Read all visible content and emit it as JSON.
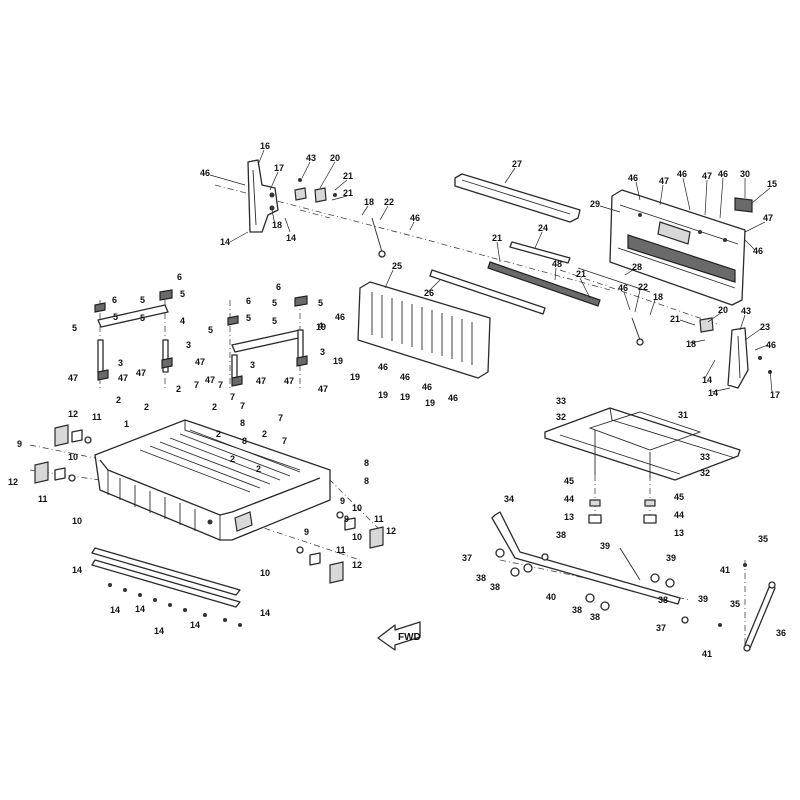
{
  "fwd_label": "FWD",
  "callouts": [
    {
      "id": "c46a",
      "label": "46"
    },
    {
      "id": "c16",
      "label": "16"
    },
    {
      "id": "c17a",
      "label": "17"
    },
    {
      "id": "c43a",
      "label": "43"
    },
    {
      "id": "c20a",
      "label": "20"
    },
    {
      "id": "c21a",
      "label": "21"
    },
    {
      "id": "c21b",
      "label": "21"
    },
    {
      "id": "c18a",
      "label": "18"
    },
    {
      "id": "c22a",
      "label": "22"
    },
    {
      "id": "c46b",
      "label": "46"
    },
    {
      "id": "c18b",
      "label": "18"
    },
    {
      "id": "c14a",
      "label": "14"
    },
    {
      "id": "c14b",
      "label": "14"
    },
    {
      "id": "c27",
      "label": "27"
    },
    {
      "id": "c46c",
      "label": "46"
    },
    {
      "id": "c47a",
      "label": "47"
    },
    {
      "id": "c46d",
      "label": "46"
    },
    {
      "id": "c47b",
      "label": "47"
    },
    {
      "id": "c46e",
      "label": "46"
    },
    {
      "id": "c30",
      "label": "30"
    },
    {
      "id": "c15",
      "label": "15"
    },
    {
      "id": "c29",
      "label": "29"
    },
    {
      "id": "c47c",
      "label": "47"
    },
    {
      "id": "c46f",
      "label": "46"
    },
    {
      "id": "c24",
      "label": "24"
    },
    {
      "id": "c21c",
      "label": "21"
    },
    {
      "id": "c25",
      "label": "25"
    },
    {
      "id": "c48",
      "label": "48"
    },
    {
      "id": "c21d",
      "label": "21"
    },
    {
      "id": "c28",
      "label": "28"
    },
    {
      "id": "c26",
      "label": "26"
    },
    {
      "id": "c46g",
      "label": "46"
    },
    {
      "id": "c22b",
      "label": "22"
    },
    {
      "id": "c18c",
      "label": "18"
    },
    {
      "id": "c20b",
      "label": "20"
    },
    {
      "id": "c21e",
      "label": "21"
    },
    {
      "id": "c43b",
      "label": "43"
    },
    {
      "id": "c23",
      "label": "23"
    },
    {
      "id": "c18d",
      "label": "18"
    },
    {
      "id": "c46h",
      "label": "46"
    },
    {
      "id": "c14c",
      "label": "14"
    },
    {
      "id": "c14d",
      "label": "14"
    },
    {
      "id": "c17b",
      "label": "17"
    },
    {
      "id": "c19a",
      "label": "19"
    },
    {
      "id": "c46i",
      "label": "46"
    },
    {
      "id": "c19b",
      "label": "19"
    },
    {
      "id": "c19c",
      "label": "19"
    },
    {
      "id": "c46j",
      "label": "46"
    },
    {
      "id": "c19d",
      "label": "19"
    },
    {
      "id": "c46k",
      "label": "46"
    },
    {
      "id": "c19e",
      "label": "19"
    },
    {
      "id": "c46l",
      "label": "46"
    },
    {
      "id": "c19f",
      "label": "19"
    },
    {
      "id": "c46m",
      "label": "46"
    },
    {
      "id": "c6a",
      "label": "6"
    },
    {
      "id": "c5a",
      "label": "5"
    },
    {
      "id": "c5b",
      "label": "5"
    },
    {
      "id": "c5c",
      "label": "5"
    },
    {
      "id": "c6b",
      "label": "6"
    },
    {
      "id": "c5d",
      "label": "5"
    },
    {
      "id": "c5e",
      "label": "5"
    },
    {
      "id": "c4a",
      "label": "4"
    },
    {
      "id": "c3a",
      "label": "3"
    },
    {
      "id": "c3b",
      "label": "3"
    },
    {
      "id": "c47d",
      "label": "47"
    },
    {
      "id": "c47e",
      "label": "47"
    },
    {
      "id": "c47f",
      "label": "47"
    },
    {
      "id": "c6c",
      "label": "6"
    },
    {
      "id": "c5f",
      "label": "5"
    },
    {
      "id": "c5g",
      "label": "5"
    },
    {
      "id": "c6d",
      "label": "6"
    },
    {
      "id": "c5h",
      "label": "5"
    },
    {
      "id": "c5i",
      "label": "5"
    },
    {
      "id": "c5j",
      "label": "5"
    },
    {
      "id": "c4b",
      "label": "4"
    },
    {
      "id": "c3c",
      "label": "3"
    },
    {
      "id": "c3d",
      "label": "3"
    },
    {
      "id": "c47g",
      "label": "47"
    },
    {
      "id": "c47h",
      "label": "47"
    },
    {
      "id": "c47i",
      "label": "47"
    },
    {
      "id": "c47j",
      "label": "47"
    },
    {
      "id": "c47k",
      "label": "47"
    },
    {
      "id": "c2a",
      "label": "2"
    },
    {
      "id": "c2b",
      "label": "2"
    },
    {
      "id": "c7a",
      "label": "7"
    },
    {
      "id": "c2c",
      "label": "2"
    },
    {
      "id": "c7b",
      "label": "7"
    },
    {
      "id": "c7c",
      "label": "7"
    },
    {
      "id": "c2d",
      "label": "2"
    },
    {
      "id": "c7d",
      "label": "7"
    },
    {
      "id": "c7e",
      "label": "7"
    },
    {
      "id": "c8a",
      "label": "8"
    },
    {
      "id": "c1",
      "label": "1"
    },
    {
      "id": "c2e",
      "label": "2"
    },
    {
      "id": "c2f",
      "label": "2"
    },
    {
      "id": "c8b",
      "label": "8"
    },
    {
      "id": "c2g",
      "label": "2"
    },
    {
      "id": "c7f",
      "label": "7"
    },
    {
      "id": "c2h",
      "label": "2"
    },
    {
      "id": "c12a",
      "label": "12"
    },
    {
      "id": "c11a",
      "label": "11"
    },
    {
      "id": "c10a",
      "label": "10"
    },
    {
      "id": "c9a",
      "label": "9"
    },
    {
      "id": "c12b",
      "label": "12"
    },
    {
      "id": "c11b",
      "label": "11"
    },
    {
      "id": "c10b",
      "label": "10"
    },
    {
      "id": "c8c",
      "label": "8"
    },
    {
      "id": "c8d",
      "label": "8"
    },
    {
      "id": "c9b",
      "label": "9"
    },
    {
      "id": "c10c",
      "label": "10"
    },
    {
      "id": "c11c",
      "label": "11"
    },
    {
      "id": "c9c",
      "label": "9"
    },
    {
      "id": "c10d",
      "label": "10"
    },
    {
      "id": "c12c",
      "label": "12"
    },
    {
      "id": "c9d",
      "label": "9"
    },
    {
      "id": "c11d",
      "label": "11"
    },
    {
      "id": "c10e",
      "label": "10"
    },
    {
      "id": "c12d",
      "label": "12"
    },
    {
      "id": "c14e",
      "label": "14"
    },
    {
      "id": "c14f",
      "label": "14"
    },
    {
      "id": "c14g",
      "label": "14"
    },
    {
      "id": "c14h",
      "label": "14"
    },
    {
      "id": "c14i",
      "label": "14"
    },
    {
      "id": "c14j",
      "label": "14"
    },
    {
      "id": "c33a",
      "label": "33"
    },
    {
      "id": "c32a",
      "label": "32"
    },
    {
      "id": "c31",
      "label": "31"
    },
    {
      "id": "c33b",
      "label": "33"
    },
    {
      "id": "c32b",
      "label": "32"
    },
    {
      "id": "c45a",
      "label": "45"
    },
    {
      "id": "c44a",
      "label": "44"
    },
    {
      "id": "c13a",
      "label": "13"
    },
    {
      "id": "c45b",
      "label": "45"
    },
    {
      "id": "c44b",
      "label": "44"
    },
    {
      "id": "c13b",
      "label": "13"
    },
    {
      "id": "c34",
      "label": "34"
    },
    {
      "id": "c37a",
      "label": "37"
    },
    {
      "id": "c38a",
      "label": "38"
    },
    {
      "id": "c39a",
      "label": "39"
    },
    {
      "id": "c38b",
      "label": "38"
    },
    {
      "id": "c38c",
      "label": "38"
    },
    {
      "id": "c40",
      "label": "40"
    },
    {
      "id": "c39b",
      "label": "39"
    },
    {
      "id": "c38d",
      "label": "38"
    },
    {
      "id": "c39c",
      "label": "39"
    },
    {
      "id": "c38e",
      "label": "38"
    },
    {
      "id": "c38f",
      "label": "38"
    },
    {
      "id": "c37b",
      "label": "37"
    },
    {
      "id": "c35a",
      "label": "35"
    },
    {
      "id": "c41a",
      "label": "41"
    },
    {
      "id": "c35b",
      "label": "35"
    },
    {
      "id": "c36",
      "label": "36"
    },
    {
      "id": "c41b",
      "label": "41"
    }
  ]
}
